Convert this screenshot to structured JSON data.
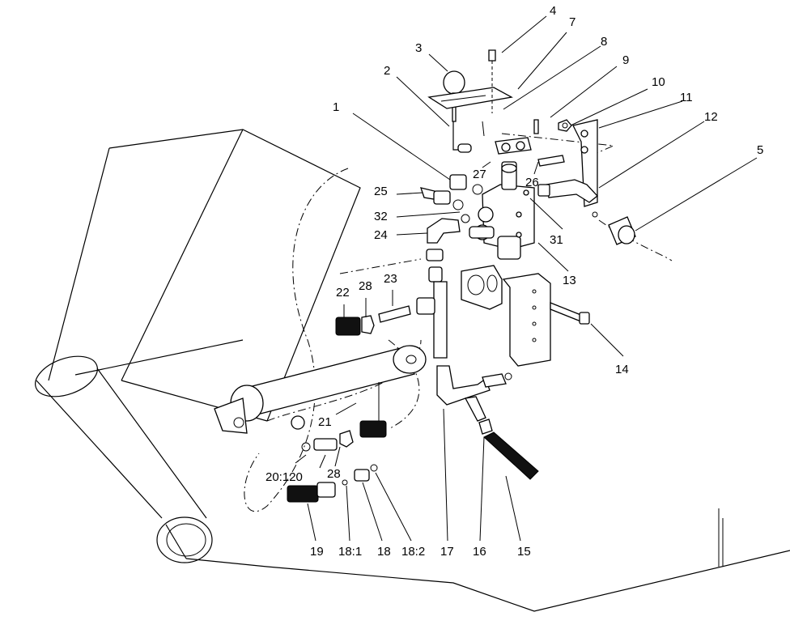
{
  "callouts": [
    {
      "id": "c1",
      "text": "1"
    },
    {
      "id": "c2",
      "text": "2"
    },
    {
      "id": "c3",
      "text": "3"
    },
    {
      "id": "c4",
      "text": "4"
    },
    {
      "id": "c5",
      "text": "5"
    },
    {
      "id": "c7",
      "text": "7"
    },
    {
      "id": "c8",
      "text": "8"
    },
    {
      "id": "c9",
      "text": "9"
    },
    {
      "id": "c10",
      "text": "10"
    },
    {
      "id": "c11",
      "text": "11"
    },
    {
      "id": "c12",
      "text": "12"
    },
    {
      "id": "c13",
      "text": "13"
    },
    {
      "id": "c14",
      "text": "14"
    },
    {
      "id": "c15",
      "text": "15"
    },
    {
      "id": "c16",
      "text": "16"
    },
    {
      "id": "c17",
      "text": "17"
    },
    {
      "id": "c18",
      "text": "18"
    },
    {
      "id": "c18_1",
      "text": "18:1"
    },
    {
      "id": "c18_2",
      "text": "18:2"
    },
    {
      "id": "c19",
      "text": "19"
    },
    {
      "id": "c20",
      "text": "20:120"
    },
    {
      "id": "c21",
      "text": "21"
    },
    {
      "id": "c22",
      "text": "22"
    },
    {
      "id": "c23",
      "text": "23"
    },
    {
      "id": "c24",
      "text": "24"
    },
    {
      "id": "c25",
      "text": "25"
    },
    {
      "id": "c26",
      "text": "26"
    },
    {
      "id": "c27",
      "text": "27"
    },
    {
      "id": "c28a",
      "text": "28"
    },
    {
      "id": "c28b",
      "text": "28"
    },
    {
      "id": "c31",
      "text": "31"
    },
    {
      "id": "c32",
      "text": "32"
    }
  ]
}
